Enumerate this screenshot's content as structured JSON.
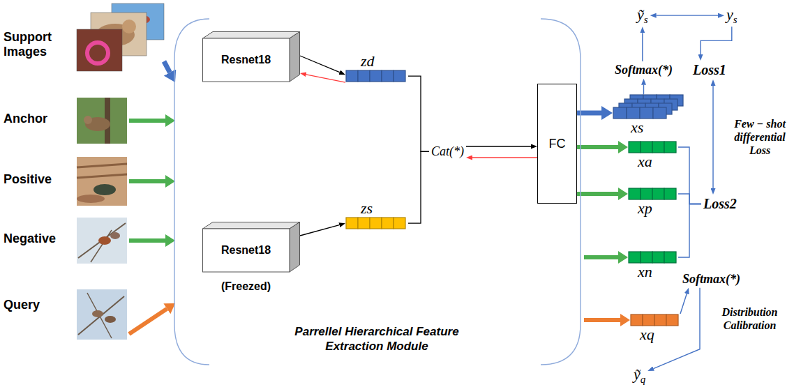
{
  "diagram": {
    "nodes": [
      {
        "text": [
          "Support Images"
        ]
      },
      {
        "text": [
          "Anchor"
        ]
      },
      {
        "text": [
          "Positive"
        ]
      },
      {
        "text": [
          "Negative"
        ]
      },
      {
        "text": [
          "Query"
        ]
      },
      {
        "text": [
          "Parrellel Hierarchical Feature Extraction Module"
        ]
      },
      {
        "text": [
          "Resnet18"
        ],
        "in": 5
      },
      {
        "text": [
          "zd"
        ],
        "in": 5
      },
      {
        "text": [
          "Cat(*)"
        ],
        "in": 5
      },
      {
        "text": [
          "FC"
        ],
        "in": 5
      },
      {
        "text": [
          "Resnet18",
          "(Freezed)"
        ],
        "in": 5
      },
      {
        "text": [
          "zs"
        ],
        "in": 5
      },
      {
        "text": [
          "ỹs"
        ]
      },
      {
        "text": [
          "ys"
        ]
      },
      {
        "text": [
          "Softmax(*)"
        ]
      },
      {
        "text": [
          "Loss1"
        ]
      },
      {
        "text": [
          "xs"
        ]
      },
      {
        "text": [
          "xa"
        ]
      },
      {
        "text": [
          "Loss2"
        ]
      },
      {
        "text": [
          "xp"
        ]
      },
      {
        "text": [
          "xn"
        ]
      },
      {
        "text": [
          "Softmax(*)"
        ]
      },
      {
        "text": [
          "xq"
        ]
      },
      {
        "text": [
          "ỹq"
        ]
      }
    ],
    "edges": [
      {
        "from": 0,
        "to": 5,
        "arrow": "to"
      },
      {
        "from": 1,
        "to": 5,
        "arrow": "to"
      },
      {
        "from": 2,
        "to": 5,
        "arrow": "to"
      },
      {
        "from": 3,
        "to": 5,
        "arrow": "to"
      },
      {
        "from": 4,
        "to": 5,
        "arrow": "to"
      },
      {
        "from": 6,
        "to": 7,
        "arrow": "to"
      },
      {
        "from": 7,
        "to": 6,
        "arrow": "to"
      },
      {
        "from": 10,
        "to": 11,
        "arrow": "to"
      },
      {
        "from": 7,
        "to": 8,
        "arrow": "none"
      },
      {
        "from": 11,
        "to": 8,
        "arrow": "none"
      },
      {
        "from": 8,
        "to": 9,
        "arrow": "to"
      },
      {
        "from": 9,
        "to": 8,
        "arrow": "to"
      },
      {
        "from": 9,
        "to": 16,
        "arrow": "to"
      },
      {
        "from": 9,
        "to": 17,
        "arrow": "to"
      },
      {
        "from": 9,
        "to": 19,
        "arrow": "to"
      },
      {
        "from": 5,
        "to": 20,
        "arrow": "to"
      },
      {
        "from": 5,
        "to": 22,
        "arrow": "to"
      },
      {
        "from": 16,
        "to": 14,
        "arrow": "to"
      },
      {
        "from": 14,
        "to": 12,
        "arrow": "to"
      },
      {
        "from": 12,
        "to": 13,
        "arrow": "both"
      },
      {
        "from": 13,
        "to": 15,
        "arrow": "to"
      },
      {
        "from": 15,
        "to": 18,
        "label": "Few − shot differential Loss",
        "arrow": "both"
      },
      {
        "from": 17,
        "to": 18,
        "arrow": "none"
      },
      {
        "from": 19,
        "to": 18,
        "arrow": "none"
      },
      {
        "from": 20,
        "to": 18,
        "arrow": "none"
      },
      {
        "from": 22,
        "to": 21,
        "arrow": "to"
      },
      {
        "from": 21,
        "to": 23,
        "label": "Distribution Calibration",
        "arrow": "to"
      }
    ]
  }
}
